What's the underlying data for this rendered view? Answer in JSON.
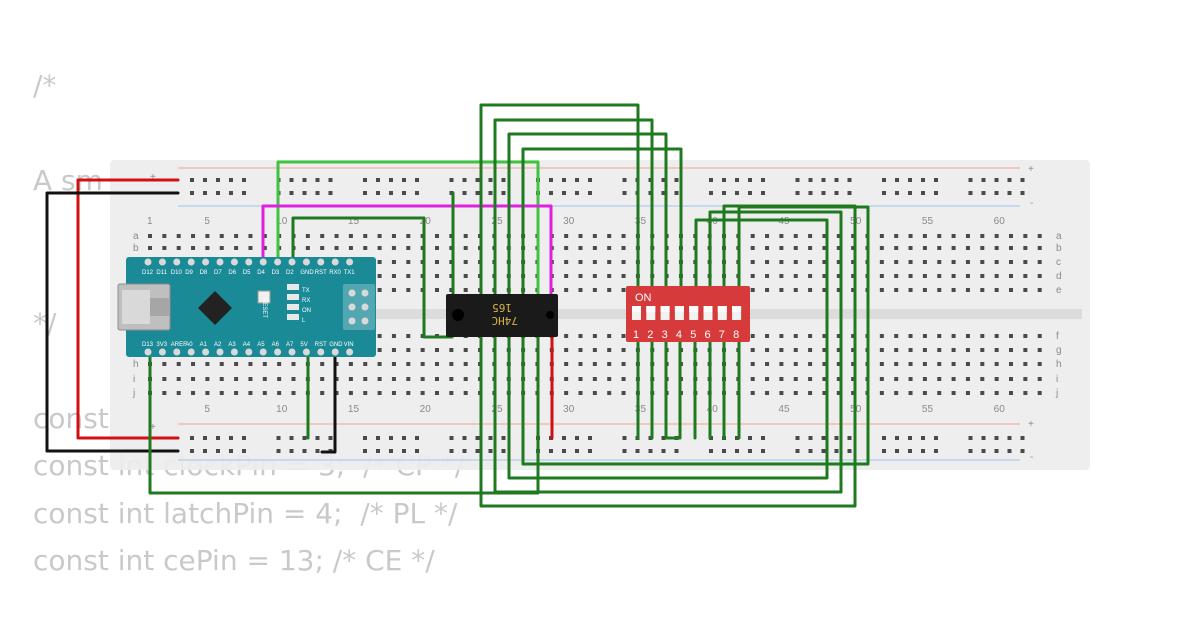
{
  "code_lines": [
    "/*",
    "",
    "A sm",
    "",
    "",
    "*/",
    "",
    "const",
    "const int clockPin = 3;  /* CP */",
    "const int latchPin = 4;  /* PL */",
    "const int cePin = 13; /* CE */"
  ],
  "breadboard": {
    "power_plus": "+",
    "power_minus": "-",
    "columns_top": [
      "1",
      "5",
      "10",
      "15",
      "20",
      "25",
      "30",
      "35",
      "40",
      "45",
      "50",
      "55",
      "60"
    ],
    "columns_bottom": [
      "5",
      "10",
      "15",
      "20",
      "25",
      "30",
      "35",
      "40",
      "45",
      "50",
      "55",
      "60"
    ],
    "rows_top": [
      "a",
      "b",
      "c",
      "d",
      "e"
    ],
    "rows_bottom": [
      "f",
      "g",
      "h",
      "i",
      "j"
    ]
  },
  "arduino": {
    "top_pins": [
      "D12",
      "D11",
      "D10",
      "D9",
      "D8",
      "D7",
      "D6",
      "D5",
      "D4",
      "D3",
      "D2",
      "GND",
      "RST",
      "RX0",
      "TX1"
    ],
    "bottom_pins": [
      "D13",
      "3V3",
      "AREF",
      "A0",
      "A1",
      "A2",
      "A3",
      "A4",
      "A5",
      "A6",
      "A7",
      "5V",
      "RST",
      "GND",
      "VIN"
    ],
    "reset_label": "RESET",
    "led_labels": [
      "TX",
      "RX",
      "ON",
      "L"
    ],
    "partial_left_rows": [
      "h",
      "i",
      "j"
    ]
  },
  "chip": {
    "label": "74HC",
    "sublabel": "165"
  },
  "dip_switch": {
    "on_label": "ON",
    "numbers": [
      "1",
      "2",
      "3",
      "4",
      "5",
      "6",
      "7",
      "8"
    ]
  },
  "colors": {
    "board_teal": "#1a8a96",
    "dip_red": "#d63a3a",
    "wire_green": "#1f7a1f",
    "wire_light_green": "#3ec43e",
    "wire_magenta": "#e020e0",
    "wire_red": "#d11010",
    "wire_black": "#111111"
  }
}
